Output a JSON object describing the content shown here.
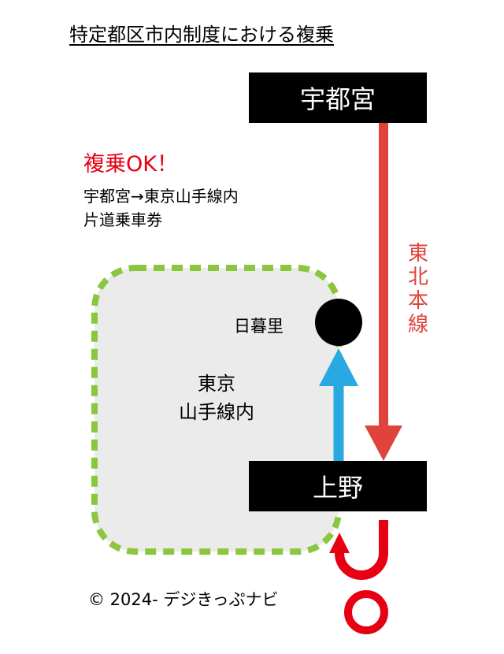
{
  "title": "特定都区市内制度における複乗",
  "stations": {
    "top": "宇都宮",
    "ueno": "上野",
    "nippori": "日暮里"
  },
  "ok_label": "複乗OK！",
  "description_line1": "宇都宮→東京山手線内",
  "description_line2": "片道乗車券",
  "area_label_line1": "東京",
  "area_label_line2": "山手線内",
  "line_name": "東北本線",
  "copyright": "© 2024- デジきっぷナビ",
  "colors": {
    "area_border": "#8cc63f",
    "area_fill": "#ebebeb",
    "tohoku_line": "#e0433c",
    "return_arrow": "#29a9e1",
    "loop": "#e60012",
    "circle_marker": "#e60012"
  },
  "icons": {
    "station_marker": "black-circle-icon",
    "loop_arrow": "u-turn-arrow-icon",
    "ok_marker": "circle-ok-icon"
  }
}
